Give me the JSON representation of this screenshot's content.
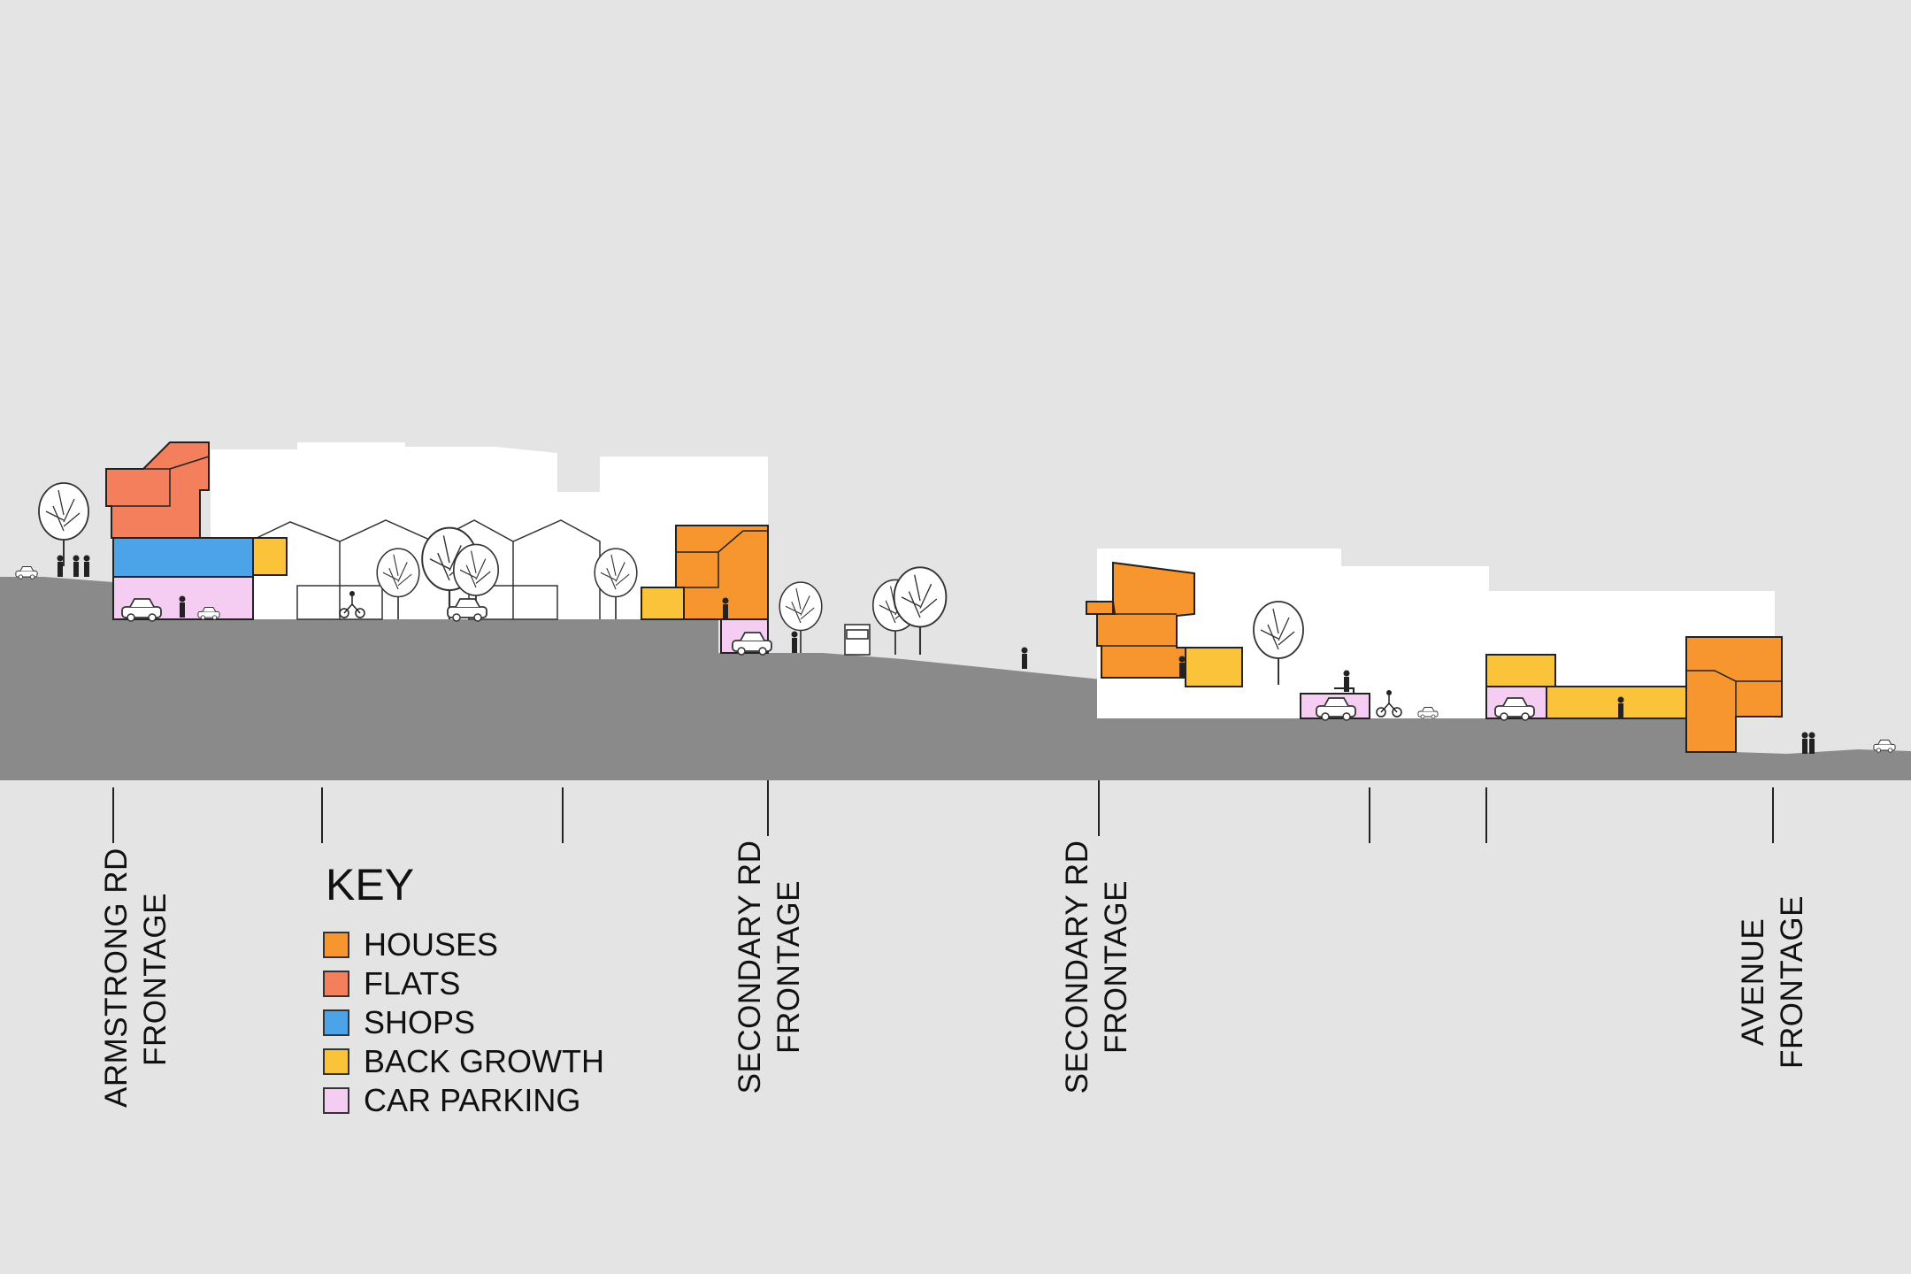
{
  "frontages": [
    {
      "line1": "ARMSTRONG RD",
      "line2": "FRONTAGE"
    },
    {
      "line1": "SECONDARY RD",
      "line2": "FRONTAGE"
    },
    {
      "line1": "SECONDARY RD",
      "line2": "FRONTAGE"
    },
    {
      "line1": "AVENUE",
      "line2": "FRONTAGE"
    }
  ],
  "key": {
    "title": "KEY",
    "items": [
      {
        "label": "HOUSES",
        "color": "#f7962f"
      },
      {
        "label": "FLATS",
        "color": "#f37f5c"
      },
      {
        "label": "SHOPS",
        "color": "#4da3e8"
      },
      {
        "label": "BACK GROWTH",
        "color": "#fbc33a"
      },
      {
        "label": "CAR PARKING",
        "color": "#f6cdf2"
      }
    ]
  },
  "colors": {
    "background": "#e4e4e4",
    "ground": "#8a8a8a",
    "built_envelope": "#ffffff",
    "outline": "#222222"
  }
}
